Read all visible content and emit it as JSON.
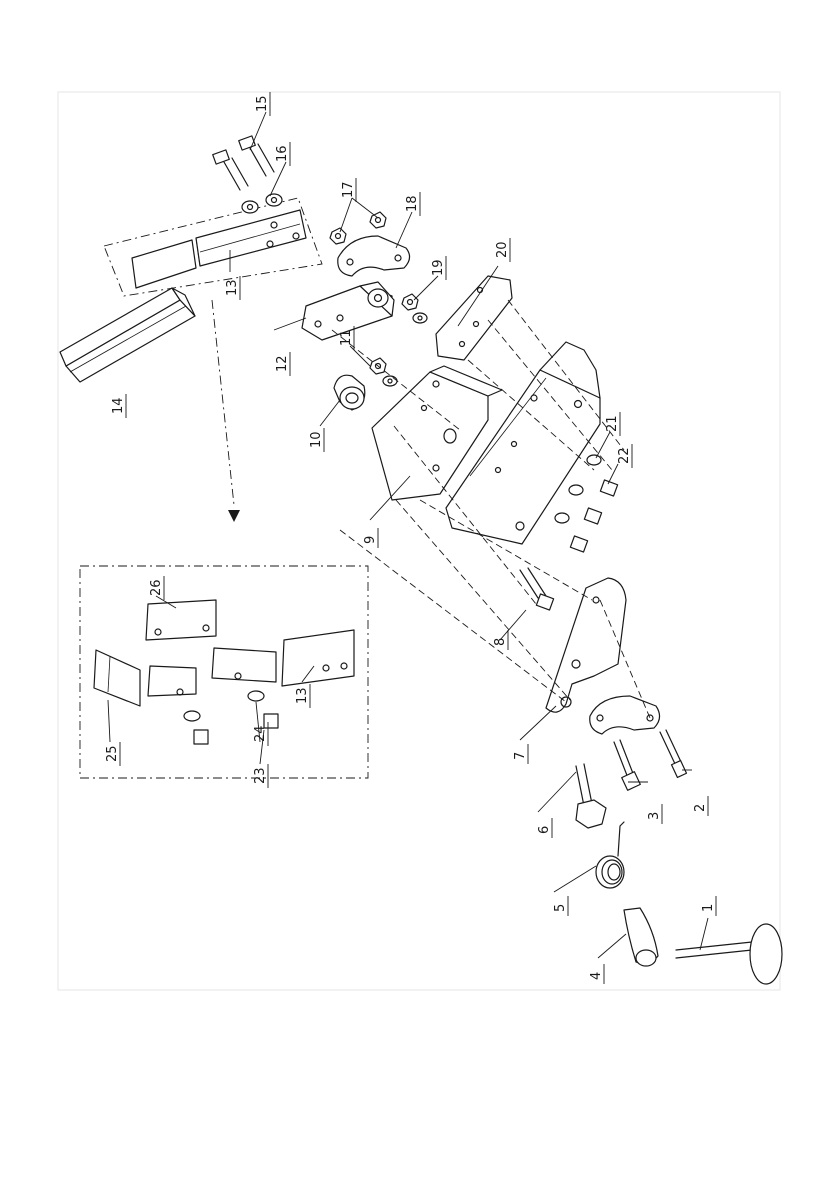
{
  "diagram": {
    "part_numbers": {
      "p1": "1",
      "p2": "2",
      "p3": "3",
      "p4": "4",
      "p5": "5",
      "p6": "6",
      "p7": "7",
      "p8": "8",
      "p9": "9",
      "p10": "10",
      "p11": "11",
      "p12": "12",
      "p13": "13",
      "p13b": "13",
      "p14": "14",
      "p15": "15",
      "p16": "16",
      "p17": "17",
      "p18": "18",
      "p19": "19",
      "p20": "20",
      "p21": "21",
      "p22": "22",
      "p23": "23",
      "p24": "24",
      "p25": "25",
      "p26": "26"
    }
  }
}
